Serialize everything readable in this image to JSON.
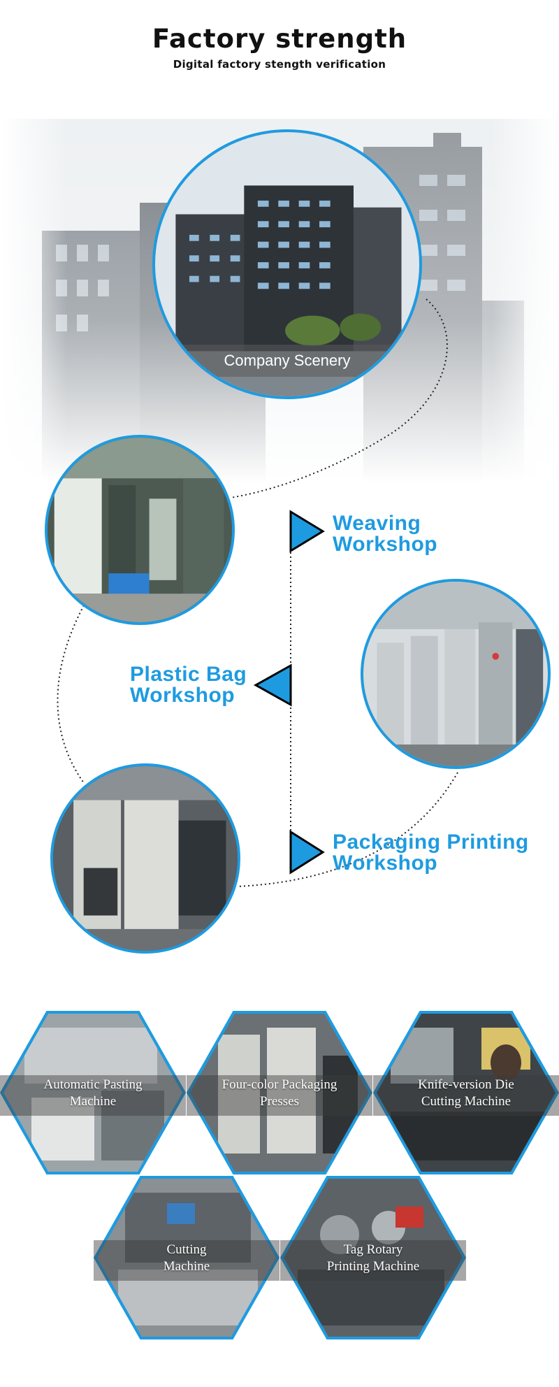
{
  "header": {
    "title": "Factory strength",
    "subtitle": "Digital factory stength verification"
  },
  "company": {
    "caption": "Company Scenery"
  },
  "workshops": [
    {
      "line1": "Weaving",
      "line2": "Workshop"
    },
    {
      "line1": "Plastic Bag",
      "line2": "Workshop"
    },
    {
      "line1": "Packaging Printing",
      "line2": "Workshop"
    }
  ],
  "machines": [
    {
      "line1": "Automatic Pasting",
      "line2": "Machine"
    },
    {
      "line1": "Four-color Packaging",
      "line2": "Presses"
    },
    {
      "line1": "Knife-version  Die",
      "line2": "Cutting Machine"
    },
    {
      "line1": "Cutting",
      "line2": "Machine"
    },
    {
      "line1": "Tag Rotary",
      "line2": "Printing Machine"
    }
  ],
  "colors": {
    "accent": "#1e9be0",
    "title": "#111111"
  }
}
